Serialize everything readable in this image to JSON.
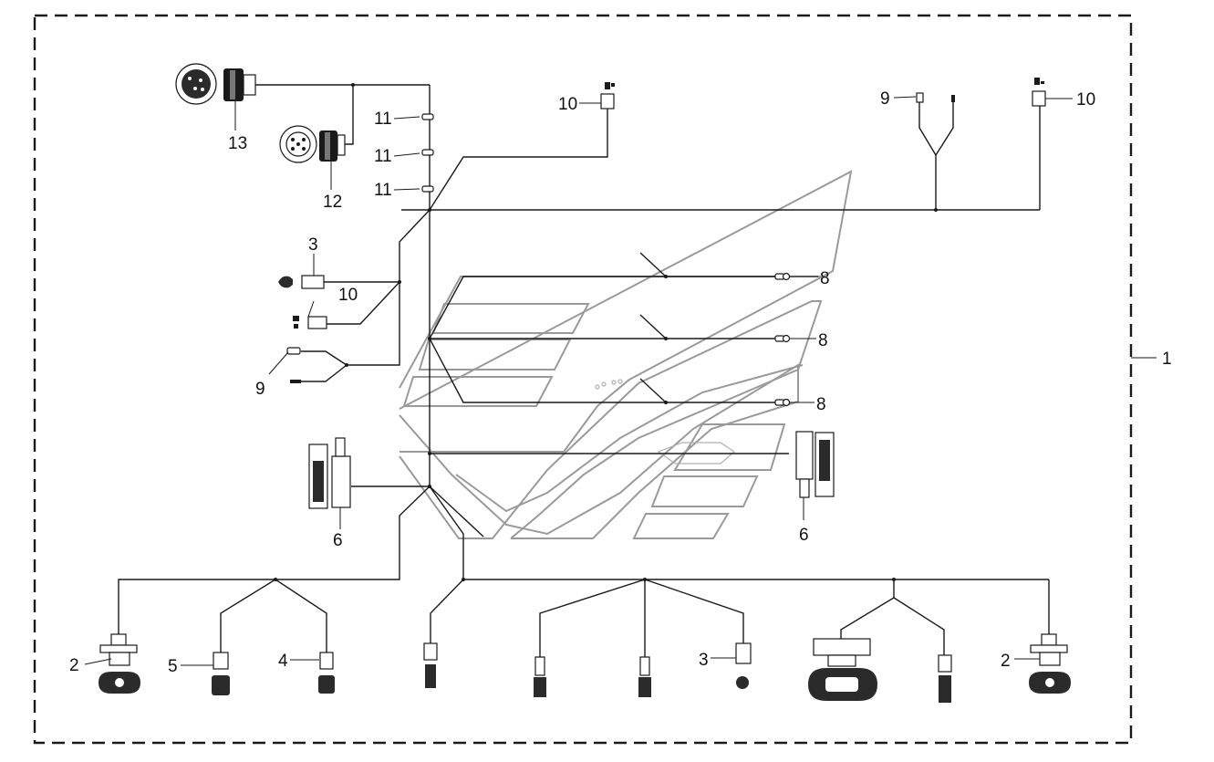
{
  "diagram": {
    "frame_callout": "1",
    "callouts": {
      "c2_left": "2",
      "c2_right": "2",
      "c3_top": "3",
      "c3_bottom": "3",
      "c4": "4",
      "c5": "5",
      "c6_left": "6",
      "c6_right": "6",
      "c8_a": "8",
      "c8_b": "8",
      "c8_c": "8",
      "c9_left": "9",
      "c9_right": "9",
      "c10_top": "10",
      "c10_mid": "10",
      "c10_right": "10",
      "c11_a": "11",
      "c11_b": "11",
      "c11_c": "11",
      "c12": "12",
      "c13": "13"
    },
    "colors": {
      "line": "#1a1a1a",
      "ghost_outline": "#9a9a9a",
      "background": "#ffffff"
    }
  }
}
